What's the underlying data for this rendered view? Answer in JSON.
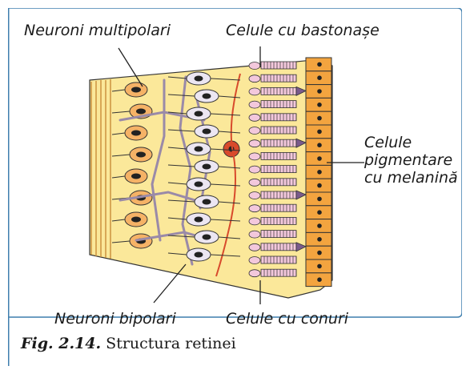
{
  "labels": {
    "multipolar": "Neuroni multipolari",
    "rods": "Celule cu bastonașe",
    "pigment_line1": "Celule",
    "pigment_line2": "pigmentare",
    "pigment_line3": "cu melanină",
    "bipolar": "Neuroni bipolari",
    "cones": "Celule cu conuri"
  },
  "caption": {
    "figure": "Fig. 2.14.",
    "text": "Structura retinei"
  },
  "colors": {
    "frame": "#3f7fae",
    "tissue": "#fbe89a",
    "neuron_orange": "#f5b266",
    "pigment_orange": "#f3a43f",
    "bipolar_cell": "#ece6f2",
    "purple_fibers": "#9a8aa8",
    "red_fibers": "#d84a2c",
    "rod_pink": "#f3c8dc"
  }
}
